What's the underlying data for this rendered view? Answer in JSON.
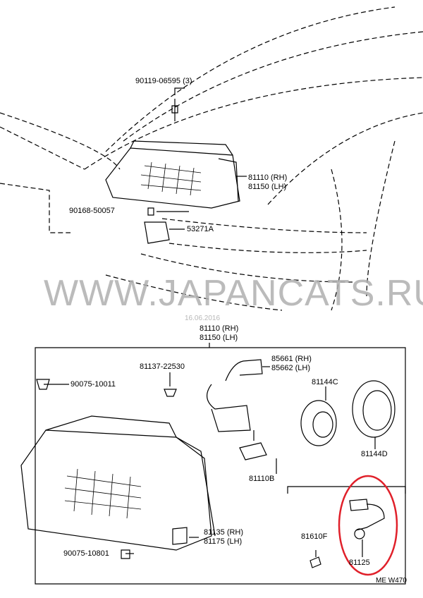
{
  "watermark": "WWW.JAPANCATS.RU",
  "date_stamp": "16.06.2016",
  "upper_view": {
    "bolt": "90119-06595 (3)",
    "headlamp_rh": "81110 (RH)",
    "headlamp_lh": "81150 (LH)",
    "clip": "90168-50057",
    "bracket": "53271A"
  },
  "assembly": {
    "headlamp_rh": "81110 (RH)",
    "headlamp_lh": "81150 (LH)",
    "socket_rh": "85661 (RH)",
    "socket_lh": "85662 (LH)",
    "retainer": "81137-22530",
    "nut_top": "90075-10011",
    "cover_c": "81144C",
    "cover_d": "81144D",
    "bulb": "81110B",
    "bracket_rh": "81135 (RH)",
    "bracket_lh": "81175 (LH)",
    "nut_bottom": "90075-10801",
    "small_bulb": "81610F",
    "side_socket": "81125"
  },
  "diagram_code": "ME W470",
  "highlight_color": "#e0202a"
}
